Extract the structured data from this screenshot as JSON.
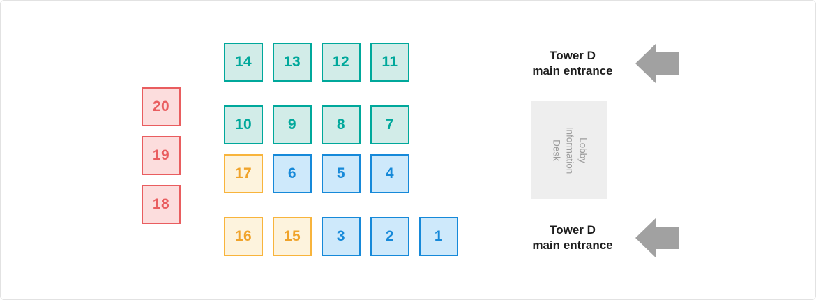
{
  "map": {
    "red_column": [
      {
        "num": "20",
        "color": "red"
      },
      {
        "num": "19",
        "color": "red"
      },
      {
        "num": "18",
        "color": "red"
      }
    ],
    "rows": [
      {
        "boxes": [
          {
            "num": "14",
            "color": "teal"
          },
          {
            "num": "13",
            "color": "teal"
          },
          {
            "num": "12",
            "color": "teal"
          },
          {
            "num": "11",
            "color": "teal"
          }
        ]
      },
      {
        "boxes": [
          {
            "num": "10",
            "color": "teal"
          },
          {
            "num": "9",
            "color": "teal"
          },
          {
            "num": "8",
            "color": "teal"
          },
          {
            "num": "7",
            "color": "teal"
          }
        ]
      },
      {
        "boxes": [
          {
            "num": "17",
            "color": "yellow"
          },
          {
            "num": "6",
            "color": "blue"
          },
          {
            "num": "5",
            "color": "blue"
          },
          {
            "num": "4",
            "color": "blue"
          }
        ]
      },
      {
        "boxes": [
          {
            "num": "16",
            "color": "yellow"
          },
          {
            "num": "15",
            "color": "yellow"
          },
          {
            "num": "3",
            "color": "blue"
          },
          {
            "num": "2",
            "color": "blue"
          },
          {
            "num": "1",
            "color": "blue"
          }
        ]
      }
    ]
  },
  "entrances": {
    "top": {
      "line1": "Tower D",
      "line2": "main entrance",
      "arrow_direction": "left"
    },
    "bottom": {
      "line1": "Tower D",
      "line2": "main entrance",
      "arrow_direction": "left"
    }
  },
  "lobby_desk": {
    "line1": "Lobby",
    "line2": "Information",
    "line3": "Desk"
  },
  "palette": {
    "teal_border": "#00a89b",
    "teal_fill": "#d2ece8",
    "blue_border": "#1689d9",
    "blue_fill": "#cee9fb",
    "yellow_border": "#f8b43c",
    "yellow_fill": "#fdf3dd",
    "yellow_text": "#f0a32a",
    "red_border": "#e95d5f",
    "red_fill": "#fcdddd",
    "arrow_gray": "#a1a1a1",
    "desk_bg": "#eeeeee",
    "desk_text": "#9c9c9c",
    "entrance_text": "#1d1d1d"
  }
}
